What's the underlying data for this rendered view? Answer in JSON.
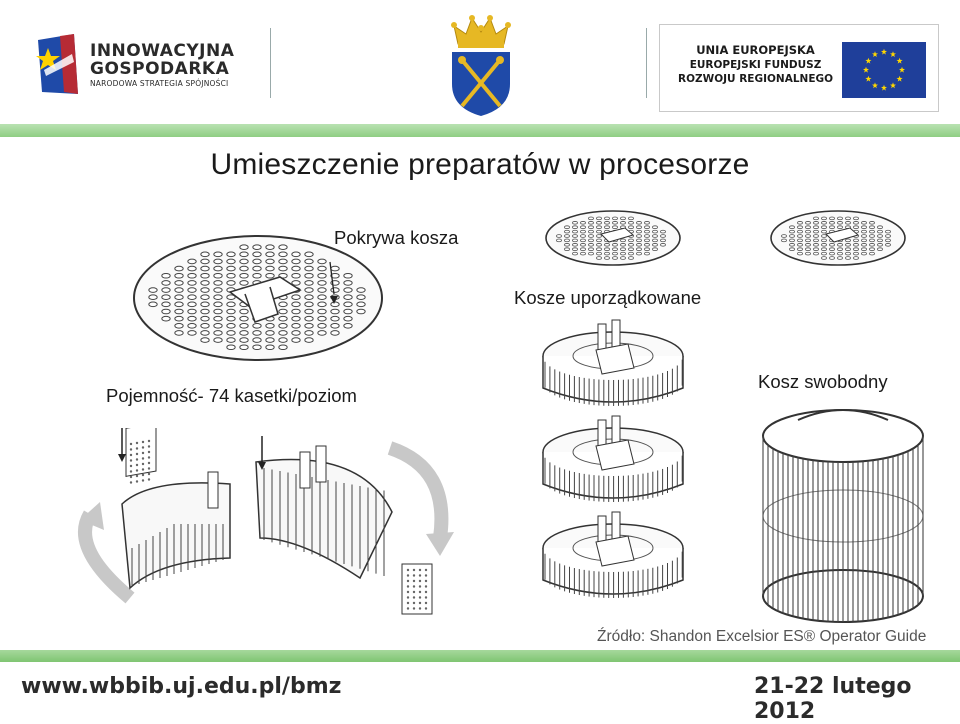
{
  "header": {
    "logo_left": {
      "line1": "INNOWACYJNA",
      "line2": "GOSPODARKA",
      "line3": "NARODOWA STRATEGIA SPÓJNOŚCI"
    },
    "logo_right": {
      "line1": "UNIA EUROPEJSKA",
      "line2": "EUROPEJSKI FUNDUSZ",
      "line3": "ROZWOJU REGIONALNEGO"
    }
  },
  "slide": {
    "title": "Umieszczenie preparatów w procesorze",
    "labels": {
      "cover": "Pokrywa kosza",
      "ordered": "Kosze uporządkowane",
      "capacity": "Pojemność- 74 kasetki/poziom",
      "free": "Kosz swobodny"
    },
    "source": "Źródło: Shandon Excelsior ES® Operator Guide"
  },
  "footer": {
    "url": "www.wbbib.uj.edu.pl/bmz",
    "date": "21-22 lutego 2012"
  },
  "colors": {
    "band": "#8fce83",
    "eu_blue": "#1f3f9a",
    "eu_star": "#ffd700",
    "crest_blue": "#1f4aa8",
    "crest_gold": "#e6b824"
  }
}
